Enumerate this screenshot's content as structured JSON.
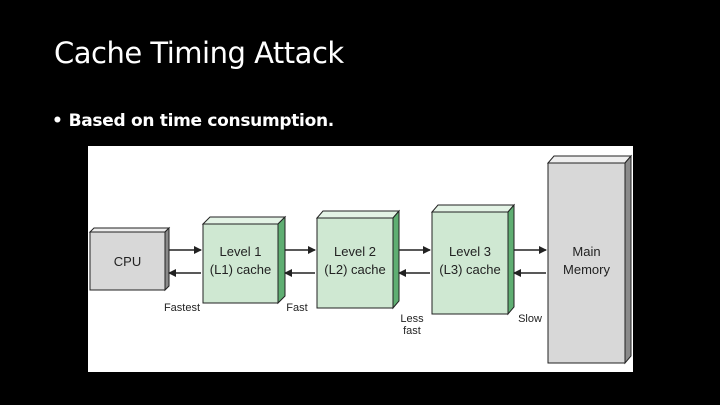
{
  "slide": {
    "title": "Cache Timing Attack",
    "bullet_symbol": "•",
    "bullet_text": "Based on time consumption."
  },
  "diagram": {
    "cpu_label": "CPU",
    "l1_line1": "Level 1",
    "l1_line2": "(L1) cache",
    "l2_line1": "Level 2",
    "l2_line2": "(L2) cache",
    "l3_line1": "Level 3",
    "l3_line2": "(L3) cache",
    "memory_line1": "Main",
    "memory_line2": "Memory",
    "speed_fastest": "Fastest",
    "speed_fast": "Fast",
    "speed_less_fast_line1": "Less",
    "speed_less_fast_line2": "fast",
    "speed_slow": "Slow",
    "colors": {
      "cache_face": "#cfe8d2",
      "cache_side": "#5fae72",
      "cpu_face": "#d8d8d8",
      "cpu_side": "#8a8a8a",
      "outline": "#222222"
    }
  }
}
